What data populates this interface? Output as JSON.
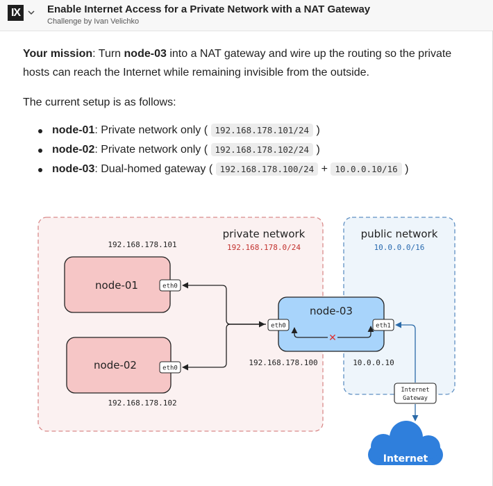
{
  "header": {
    "logo_text": "IX",
    "title": "Enable Internet Access for a Private Network with a NAT Gateway",
    "subtitle": "Challenge by Ivan Velichko"
  },
  "content": {
    "mission_label": "Your mission",
    "mission_text_1": ": Turn ",
    "mission_node": "node-03",
    "mission_text_2": " into a NAT gateway and wire up the routing so the private hosts can reach the Internet while remaining invisible from the outside.",
    "setup_intro": "The current setup is as follows:",
    "nodes": [
      {
        "name": "node-01",
        "desc": ": Private network only (",
        "ips": [
          "192.168.178.101/24"
        ],
        "joiner": "",
        "close": ")"
      },
      {
        "name": "node-02",
        "desc": ": Private network only (",
        "ips": [
          "192.168.178.102/24"
        ],
        "joiner": "",
        "close": ")"
      },
      {
        "name": "node-03",
        "desc": ": Dual-homed gateway (",
        "ips": [
          "192.168.178.100/24",
          "10.0.0.10/16"
        ],
        "joiner": "+",
        "close": ")"
      }
    ]
  },
  "diagram": {
    "private_title": "private network",
    "private_cidr": "192.168.178.0/24",
    "public_title": "public network",
    "public_cidr": "10.0.0.0/16",
    "node01": {
      "label": "node-01",
      "iface": "eth0",
      "ip": "192.168.178.101"
    },
    "node02": {
      "label": "node-02",
      "iface": "eth0",
      "ip": "192.168.178.102"
    },
    "node03": {
      "label": "node-03",
      "iface_left": "eth0",
      "iface_right": "eth1",
      "ip_left": "192.168.178.100",
      "ip_right": "10.0.0.10"
    },
    "igw_line1": "Internet",
    "igw_line2": "Gateway",
    "internet_label": "Internet",
    "x_mark": "✕",
    "colors": {
      "private_border": "#d98a8a",
      "private_fill": "#fbf1f1",
      "private_cidr": "#c2322f",
      "public_border": "#5e8fc2",
      "public_fill": "#eef5fb",
      "public_cidr": "#2a6bb0",
      "node_red_fill": "#f6c6c6",
      "node_blue_fill": "#a8d4fb",
      "cloud": "#2f7fdc",
      "x_mark": "#e03131"
    }
  }
}
